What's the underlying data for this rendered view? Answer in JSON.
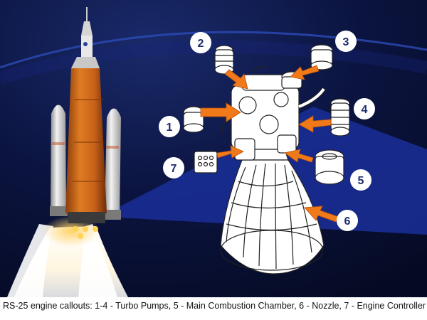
{
  "caption": "RS-25 engine callouts: 1-4 - Turbo Pumps, 5 - Main Combustion Chamber, 6 - Nozzle, 7 - Engine Controller",
  "callouts": [
    {
      "number": "1",
      "component": "Turbo Pump"
    },
    {
      "number": "2",
      "component": "Turbo Pump"
    },
    {
      "number": "3",
      "component": "Turbo Pump"
    },
    {
      "number": "4",
      "component": "Turbo Pump"
    },
    {
      "number": "5",
      "component": "Main Combustion Chamber"
    },
    {
      "number": "6",
      "component": "Nozzle"
    },
    {
      "number": "7",
      "component": "Engine Controller"
    }
  ],
  "colors": {
    "space_background": "#0a1030",
    "beam": "#1a2f9a",
    "rocket_core": "#d9731e",
    "booster": "#e6e6e6",
    "arrow": "#f07a1a",
    "badge_bg": "#ffffff",
    "badge_text": "#1d2a6e"
  }
}
